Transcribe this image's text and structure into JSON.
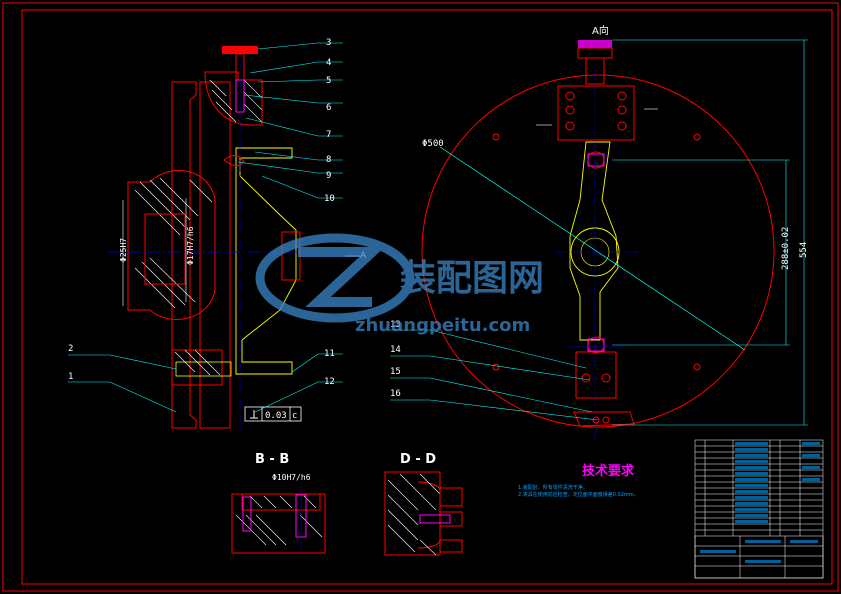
{
  "colors": {
    "background": "#000000",
    "frame": "#ff0000",
    "part": "#ff0000",
    "leader": "#00ffff",
    "hatch": "#ffffff",
    "yellow": "#ffff00",
    "center": "#0000ff",
    "magenta": "#ff00ff",
    "note": "#00a0ff",
    "watermark": "#3a86c8"
  },
  "views": {
    "bb": "B - B",
    "dd": "D - D",
    "a_dir": "A向",
    "arrow_a": "A"
  },
  "callouts": [
    "3",
    "4",
    "5",
    "6",
    "7",
    "8",
    "9",
    "10",
    "11",
    "12",
    "13",
    "14",
    "15",
    "16",
    "2",
    "1"
  ],
  "dimensions": {
    "fit_bb": "Φ10H7/h6",
    "dia_left": "Φ25H7",
    "dia_mid": "Φ17H7/h6",
    "circle_dia": "Φ500",
    "center_dist": "288±0.02",
    "overall": "554",
    "tolerance_value": "0.03",
    "tolerance_datum": "c"
  },
  "notes": {
    "title": "技术要求",
    "line1": "1.装配前，所有零件清洗干净。",
    "line2": "2.夹具在使用前应检查，定位面平面度误差0.02mm。"
  },
  "watermark": {
    "brand": "装配图网",
    "url": "zhuangpeitu.com"
  }
}
